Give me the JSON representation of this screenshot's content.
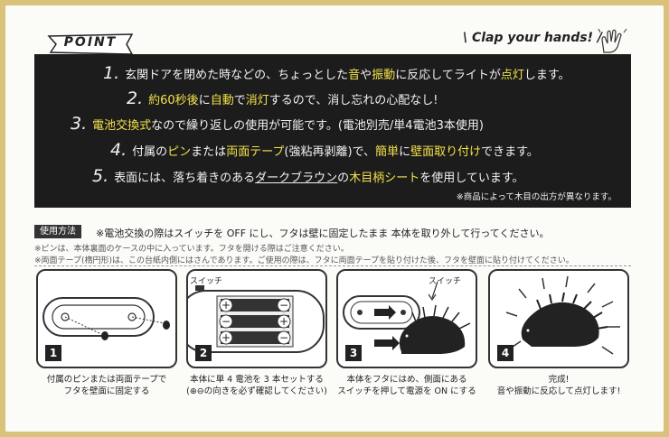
{
  "header": {
    "point_label": "POINT",
    "clap_label": "\\ Clap your hands! /"
  },
  "points": [
    {
      "num": "1.",
      "segments": [
        {
          "text": "玄関ドアを閉めた時などの、ちょっとした",
          "style": ""
        },
        {
          "text": "音",
          "style": "hl"
        },
        {
          "text": "や",
          "style": ""
        },
        {
          "text": "振動",
          "style": "hl"
        },
        {
          "text": "に反応してライトが",
          "style": ""
        },
        {
          "text": "点灯",
          "style": "hl"
        },
        {
          "text": "します。",
          "style": ""
        }
      ]
    },
    {
      "num": "2.",
      "segments": [
        {
          "text": "約60秒後",
          "style": "hl"
        },
        {
          "text": "に",
          "style": ""
        },
        {
          "text": "自動",
          "style": "hl"
        },
        {
          "text": "で",
          "style": ""
        },
        {
          "text": "消灯",
          "style": "hl"
        },
        {
          "text": "するので、消し忘れの心配なし!",
          "style": ""
        }
      ]
    },
    {
      "num": "3.",
      "segments": [
        {
          "text": "電池交換式",
          "style": "hl"
        },
        {
          "text": "なので繰り返しの使用が可能です。(電池別売/単4電池3本使用)",
          "style": ""
        }
      ]
    },
    {
      "num": "4.",
      "segments": [
        {
          "text": "付属の",
          "style": ""
        },
        {
          "text": "ピン",
          "style": "hl"
        },
        {
          "text": "または",
          "style": ""
        },
        {
          "text": "両面テープ",
          "style": "hl"
        },
        {
          "text": "(強粘再剥離)で、",
          "style": ""
        },
        {
          "text": "簡単",
          "style": "hl"
        },
        {
          "text": "に",
          "style": ""
        },
        {
          "text": "壁面取り付け",
          "style": "hl"
        },
        {
          "text": "できます。",
          "style": ""
        }
      ]
    },
    {
      "num": "5.",
      "segments": [
        {
          "text": "表面には、落ち着きのある",
          "style": ""
        },
        {
          "text": "ダークブラウン",
          "style": "ul"
        },
        {
          "text": "の",
          "style": ""
        },
        {
          "text": "木目柄シート",
          "style": "hl"
        },
        {
          "text": "を使用しています。",
          "style": ""
        }
      ]
    }
  ],
  "board_note": "※商品によって木目の出方が異なります。",
  "usage": {
    "tag": "使用方法",
    "main": "※電池交換の際はスイッチを OFF にし、フタは壁に固定したまま 本体を取り外して行ってください。",
    "sub1": "※ピンは、本体裏面のケースの中に入っています。フタを開ける際はご注意ください。",
    "sub2": "※両面テープ(楕円形)は、この台紙内側にはさんであります。ご使用の際は、フタに両面テープを貼り付けた後、フタを壁面に貼り付けてください。"
  },
  "steps": [
    {
      "num": "1",
      "cap1": "付属のピンまたは両面テープで",
      "cap2": "フタを壁面に固定する"
    },
    {
      "num": "2",
      "cap1": "本体に単 4 電池を 3 本セットする",
      "cap2": "(⊕⊖の向きを必ず確認してください)",
      "switch": "スイッチ"
    },
    {
      "num": "3",
      "cap1": "本体をフタにはめ、側面にある",
      "cap2": "スイッチを押して電源を ON にする",
      "switch": "スイッチ"
    },
    {
      "num": "4",
      "cap1": "完成!",
      "cap2": "音や振動に反応して点灯します!"
    }
  ]
}
